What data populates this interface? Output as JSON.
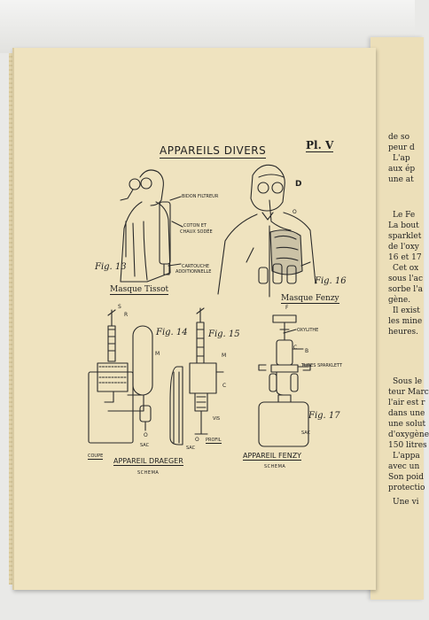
{
  "plate": {
    "title": "APPAREILS DIVERS",
    "number": "Pl. V"
  },
  "fig13": {
    "label": "Fig. 13",
    "caption": "Masque Tissot",
    "callouts": [
      "BIDON FILTREUR",
      "COTON ET",
      "CHAUX SODÉE",
      "CARTOUCHE",
      "ADDITIONNELLE"
    ]
  },
  "fig16": {
    "label": "Fig. 16",
    "caption": "Masque Fenzy",
    "letters": [
      "D",
      "O"
    ]
  },
  "fig14": {
    "label": "Fig. 14",
    "letters": [
      "S",
      "R",
      "M",
      "O"
    ],
    "callouts": [
      "SAC",
      "COUPE"
    ]
  },
  "fig15": {
    "label": "Fig. 15",
    "letters": [
      "M",
      "C",
      "O"
    ],
    "callouts": [
      "VIS",
      "SAC",
      "PROFIL"
    ]
  },
  "draeger": {
    "caption": "APPAREIL DRAEGER",
    "sub": "SCHEMA"
  },
  "fig17": {
    "label": "Fig. 17",
    "letters": [
      "F",
      "C",
      "B"
    ],
    "callouts": [
      "OXYLITHE",
      "TUBES SPARKLETT",
      "SAC"
    ]
  },
  "fenzy": {
    "caption": "APPAREIL FENZY",
    "sub": "SCHEMA"
  },
  "right_page_lines": [
    "de so",
    "peur d",
    "L'ap",
    "aux ép",
    "une at",
    "Le Fe",
    "La bout",
    "sparklet",
    "de l'oxy",
    "16 et 17",
    "Cet ox",
    "sous l'ac",
    "sorbe l'a",
    "gène.",
    "Il exist",
    "les mine",
    "heures.",
    "Sous le",
    "teur Marc",
    "l'air est r",
    "dans une",
    "une solut",
    "d'oxygène",
    "150 litres",
    "L'appa",
    "avec un",
    "Son poid",
    "protectio",
    "Une vi"
  ]
}
